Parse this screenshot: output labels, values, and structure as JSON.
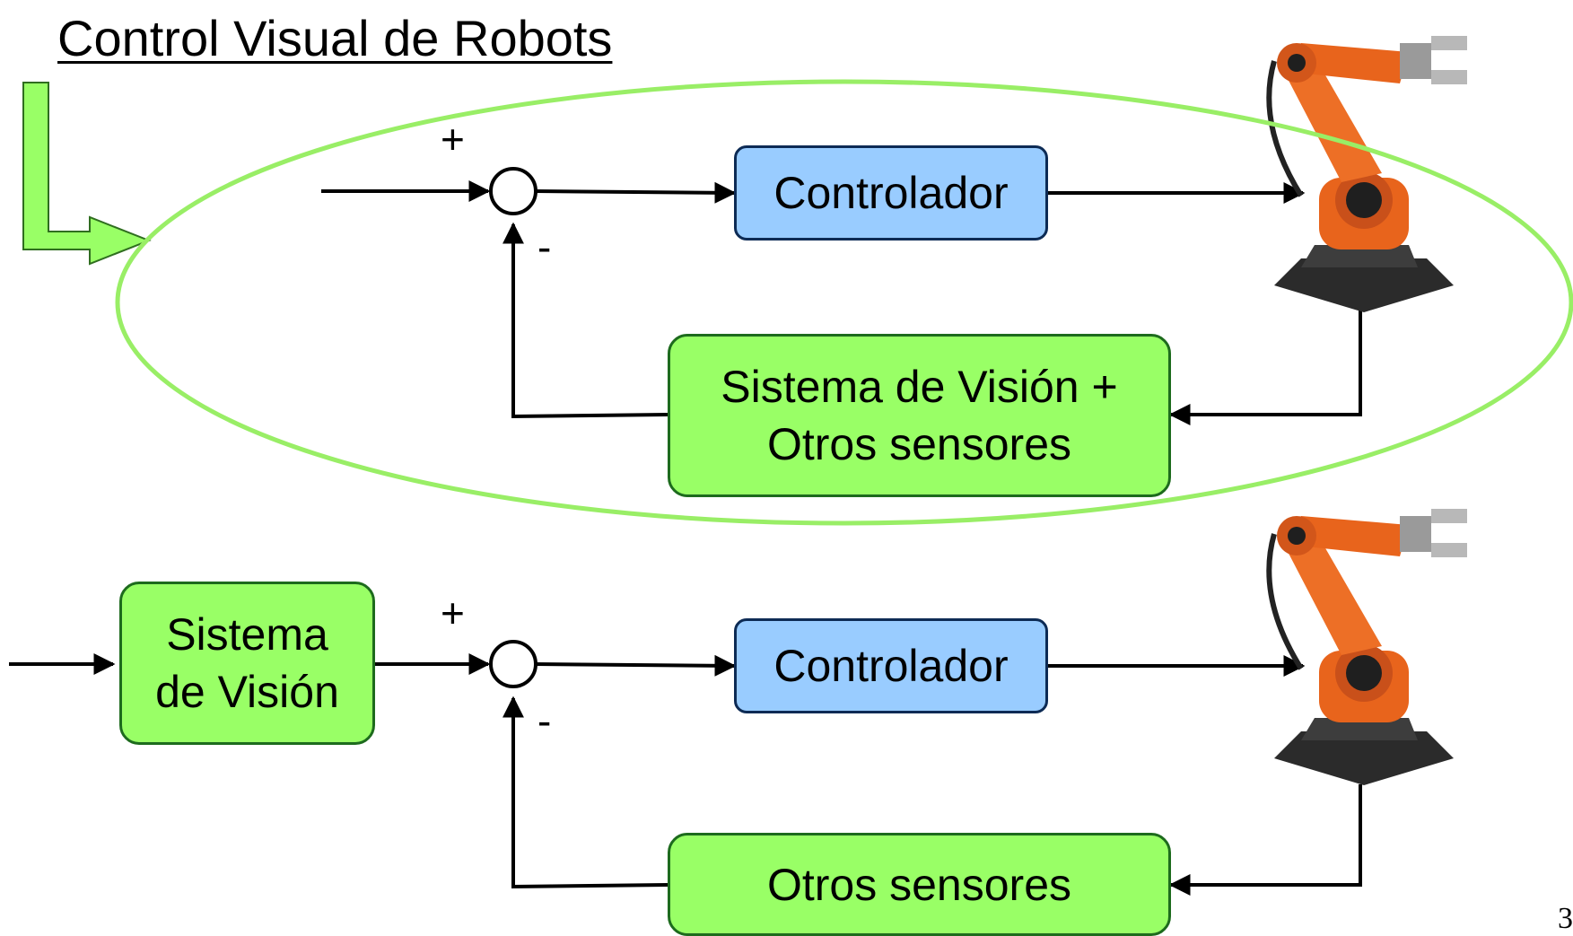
{
  "title": "Control Visual de Robots",
  "top_diagram": {
    "plus": "+",
    "minus": "-",
    "controller": "Controlador",
    "feedback_line1": "Sistema de Visión +",
    "feedback_line2": "Otros sensores"
  },
  "bottom_diagram": {
    "vision_line1": "Sistema",
    "vision_line2": "de Visión",
    "plus": "+",
    "minus": "-",
    "controller": "Controlador",
    "feedback": "Otros sensores"
  },
  "page_number": "3",
  "colors": {
    "controller_fill": "#99ccff",
    "sensor_fill": "#99ff66",
    "highlight_ellipse": "#99ee66",
    "robot_orange": "#e8641c"
  }
}
